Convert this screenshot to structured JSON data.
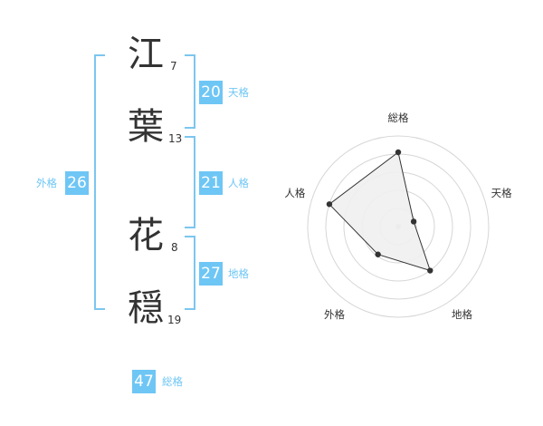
{
  "name_chars": [
    {
      "char": "江",
      "strokes": "7"
    },
    {
      "char": "葉",
      "strokes": "13"
    },
    {
      "char": "花",
      "strokes": "8"
    },
    {
      "char": "穏",
      "strokes": "19"
    }
  ],
  "badges": {
    "tenkaku": {
      "value": "20",
      "label": "天格"
    },
    "jinkaku": {
      "value": "21",
      "label": "人格"
    },
    "chikaku": {
      "value": "27",
      "label": "地格"
    },
    "gaikaku": {
      "value": "26",
      "label": "外格"
    },
    "soukaku": {
      "value": "47",
      "label": "総格"
    }
  },
  "colors": {
    "accent": "#6ec6f5",
    "bracket": "#7cc6ef",
    "text": "#333333"
  },
  "chart_data": {
    "type": "radar",
    "axes": [
      "総格",
      "天格",
      "地格",
      "外格",
      "人格"
    ],
    "max": 5,
    "rings": 5,
    "values": [
      4.1,
      0.9,
      3.0,
      1.9,
      4.0
    ]
  }
}
